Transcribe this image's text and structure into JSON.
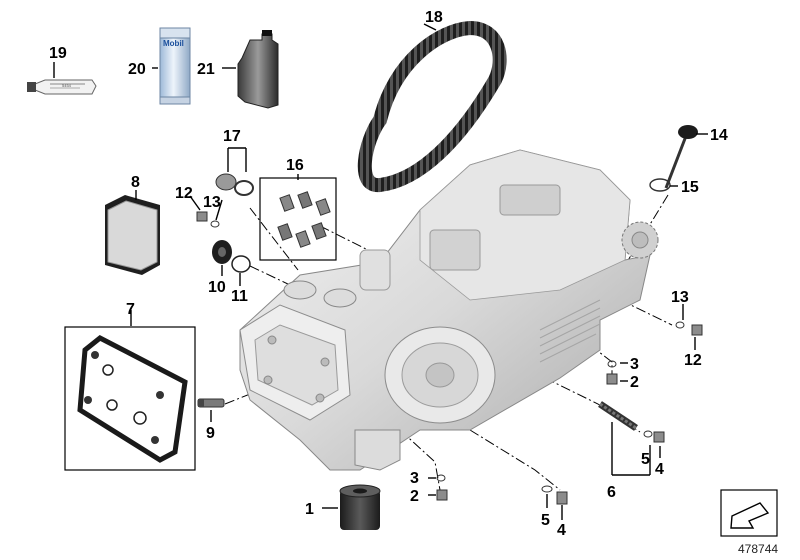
{
  "diagram": {
    "reference_number": "478744",
    "callouts": {
      "c1": "1",
      "c2a": "2",
      "c2b": "2",
      "c3a": "3",
      "c3b": "3",
      "c4a": "4",
      "c4b": "4",
      "c5a": "5",
      "c5b": "5",
      "c6": "6",
      "c7": "7",
      "c8": "8",
      "c9": "9",
      "c10": "10",
      "c11": "11",
      "c12a": "12",
      "c12b": "12",
      "c13a": "13",
      "c13b": "13",
      "c14": "14",
      "c15": "15",
      "c16": "16",
      "c17": "17",
      "c18": "18",
      "c19": "19",
      "c20": "20",
      "c21": "21"
    },
    "product_labels": {
      "tube_brand": "Mobil",
      "sealant_code": "5454"
    }
  }
}
